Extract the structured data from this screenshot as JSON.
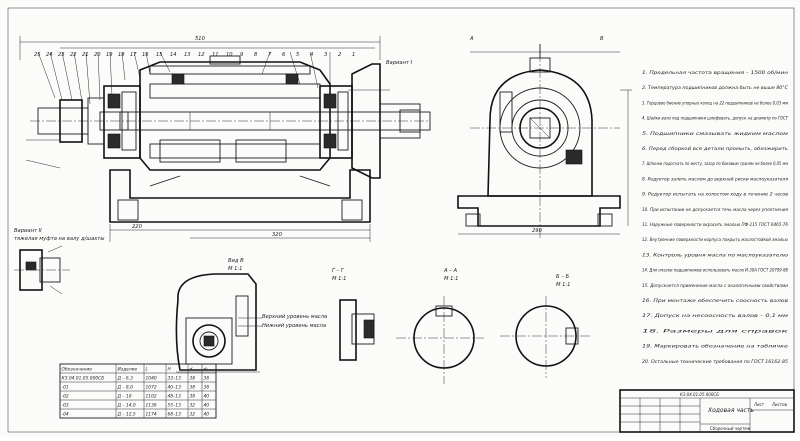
{
  "views": {
    "main_variant_label": "Вариант I",
    "variant2_label": "Вариант II",
    "variant2_caption": "тяжелая муфта на валу д/шахты",
    "view_v_title": "Вид В",
    "view_v_scale": "М 1:1",
    "view_v_note1": "Верхний уровень масла",
    "view_v_note2": "Нижний уровень масла",
    "section_gg": "Г – Г",
    "section_gg_scale": "М 1:1",
    "section_aa": "А – А",
    "section_aa_scale": "М 1:1",
    "section_bb": "Б – Б",
    "section_bb_scale": "М 1:1",
    "dim_overall": "510",
    "dim_base": "320",
    "dim_partial": "220",
    "dim_width": "290"
  },
  "notes": [
    "1. Предельная частота вращения – 1500 об/мин",
    "2. Температура подшипников должна быть не выше 80°С",
    "3. Торцовое биение упорных колец на 22 подшипников не более 0,03 мм",
    "4. Шейки вала под подшипники шлифовать, допуск на диаметр по ГОСТ",
    "5. Подшипники смазывать жидким маслом",
    "6. Перед сборкой все детали промыть, обезжирить",
    "7. Шпонки подогнать по месту, зазор по боковым граням не более 0,05 мм",
    "8. Редуктор залить маслом до верхней риски маслоуказателя",
    "9. Редуктор испытать на холостом ходу в течение 2 часов",
    "10. При испытании не допускается течь масла через уплотнения",
    "11. Наружные поверхности окрасить эмалью ПФ-115 ГОСТ 6465-76",
    "12. Внутренние поверхности корпуса покрыть маслостойкой эмалью",
    "13. Контроль уровня масла по маслоуказателю",
    "14. Для смазки подшипников использовать масло И-30А ГОСТ 20799-88",
    "15. Допускается применение масла с аналогичными свойствами",
    "16. При монтаже обеспечить соосность валов",
    "17. Допуск на несоосность валов – 0,1 мм",
    "18. Размеры для справок",
    "19. Маркировать обозначение на табличке",
    "20. Остальные технические требования по ГОСТ 16162-85"
  ],
  "variant_table": {
    "headers": [
      "Обозначение",
      "Изделие",
      "L",
      "H",
      "d",
      "d₁"
    ],
    "rows": [
      [
        "КЗ.04.01.05.000СБ",
        "Д – 6,3",
        "1040",
        "33–13",
        "38",
        "38"
      ],
      [
        "-01",
        "Д – 8,0",
        "1072",
        "40–13",
        "38",
        "38"
      ],
      [
        "-02",
        "Д – 10",
        "1102",
        "48–13",
        "38",
        "40"
      ],
      [
        "-03",
        "Д – 14,0",
        "1136",
        "55–13",
        "32",
        "40"
      ],
      [
        "-04",
        "Д – 12,5",
        "1174",
        "68–13",
        "32",
        "40"
      ]
    ]
  },
  "title_block": {
    "document_code": "КЗ.04.01.05.000СБ",
    "title": "Ходовая часть",
    "subtitle": "Сборочный чертеж",
    "sheet_label": "Лист",
    "sheets_label": "Листов"
  },
  "callouts": [
    "25",
    "24",
    "23",
    "22",
    "21",
    "20",
    "19",
    "18",
    "17",
    "16",
    "15",
    "14",
    "13",
    "12",
    "11",
    "10",
    "9",
    "8",
    "7",
    "6",
    "5",
    "4",
    "3",
    "2",
    "1"
  ]
}
